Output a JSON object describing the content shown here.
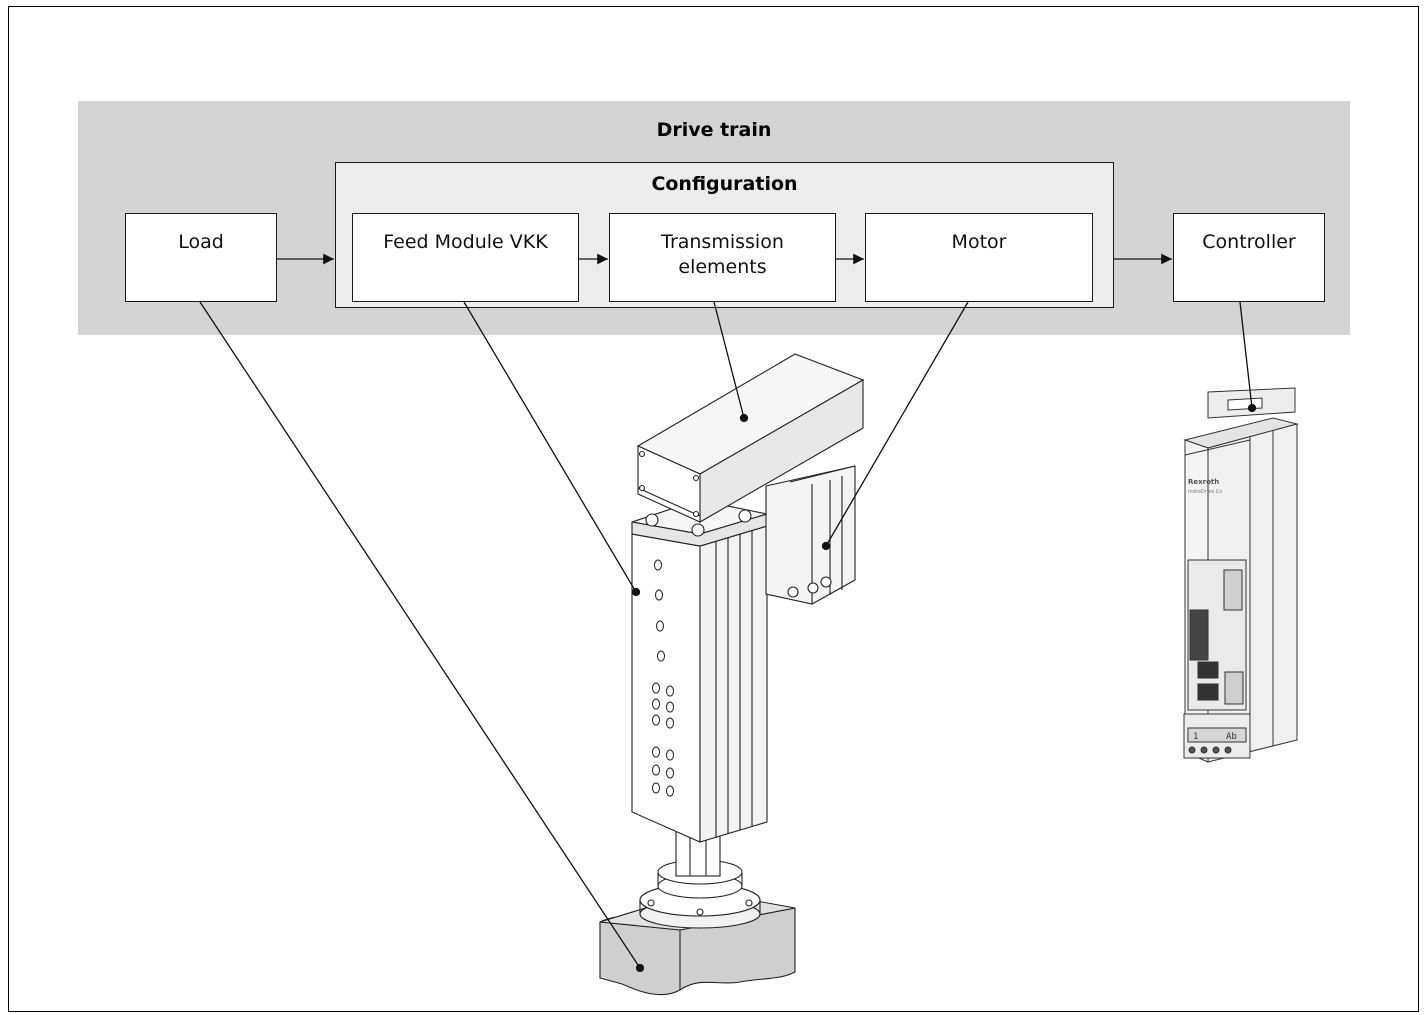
{
  "diagram": {
    "group_title": "Drive train",
    "config_title": "Configuration",
    "boxes": {
      "load": "Load",
      "feed_module": "Feed Module VKK",
      "transmission_line1": "Transmission",
      "transmission_line2": "elements",
      "motor": "Motor",
      "controller": "Controller"
    },
    "controller_device": {
      "brand_text": "Rexroth",
      "model_text": "IndraDrive Cs",
      "display_text_left": "1",
      "display_text_right": "Ab"
    }
  },
  "colors": {
    "band_background": "#d4d4d4",
    "config_background": "#ececec",
    "box_background": "#ffffff",
    "line": "#1a1a1a"
  }
}
